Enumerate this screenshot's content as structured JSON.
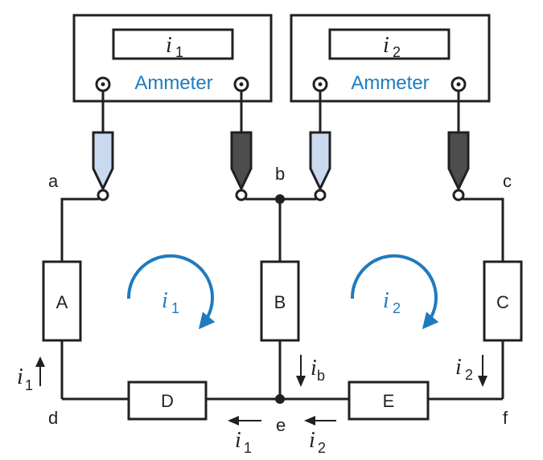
{
  "ammeters": [
    {
      "reading_symbol": "i",
      "reading_sub": "1",
      "label": "Ammeter"
    },
    {
      "reading_symbol": "i",
      "reading_sub": "2",
      "label": "Ammeter"
    }
  ],
  "nodes": {
    "a": "a",
    "b": "b",
    "c": "c",
    "d": "d",
    "e": "e",
    "f": "f"
  },
  "elements": {
    "A": "A",
    "B": "B",
    "C": "C",
    "D": "D",
    "E": "E"
  },
  "loops": [
    {
      "symbol": "i",
      "sub": "1"
    },
    {
      "symbol": "i",
      "sub": "2"
    }
  ],
  "currents": {
    "left_i1": {
      "symbol": "i",
      "sub": "1"
    },
    "bottom_i1": {
      "symbol": "i",
      "sub": "1"
    },
    "bottom_i2": {
      "symbol": "i",
      "sub": "2"
    },
    "ib": {
      "symbol": "i",
      "sub": "b"
    },
    "right_i2": {
      "symbol": "i",
      "sub": "2"
    }
  },
  "colors": {
    "accent": "#1f7bbf",
    "probe_light": "#c9daf0",
    "probe_dark": "#4d4d4d",
    "ink": "#231f20"
  }
}
